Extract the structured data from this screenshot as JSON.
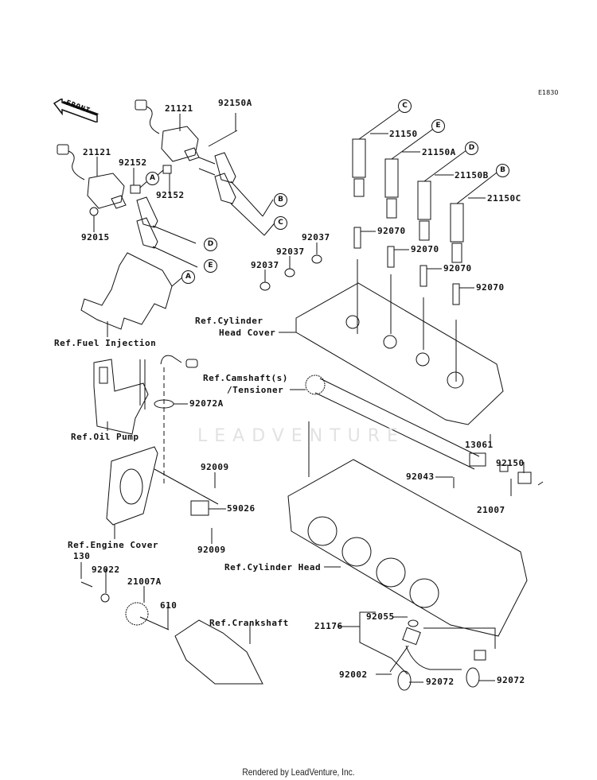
{
  "diagram": {
    "code": "E1830",
    "watermark": "LEADVENTURE",
    "footer": "Rendered by LeadVenture, Inc.",
    "front_indicator": "FRONT",
    "parts": [
      {
        "id": "p-21121-a",
        "label": "21121"
      },
      {
        "id": "p-21121-b",
        "label": "21121"
      },
      {
        "id": "p-92150a",
        "label": "92150A"
      },
      {
        "id": "p-92152-a",
        "label": "92152"
      },
      {
        "id": "p-92152-b",
        "label": "92152"
      },
      {
        "id": "p-92015",
        "label": "92015"
      },
      {
        "id": "p-21150",
        "label": "21150"
      },
      {
        "id": "p-21150a",
        "label": "21150A"
      },
      {
        "id": "p-21150b",
        "label": "21150B"
      },
      {
        "id": "p-21150c",
        "label": "21150C"
      },
      {
        "id": "p-92037-a",
        "label": "92037"
      },
      {
        "id": "p-92037-b",
        "label": "92037"
      },
      {
        "id": "p-92037-c",
        "label": "92037"
      },
      {
        "id": "p-92070-a",
        "label": "92070"
      },
      {
        "id": "p-92070-b",
        "label": "92070"
      },
      {
        "id": "p-92070-c",
        "label": "92070"
      },
      {
        "id": "p-92070-d",
        "label": "92070"
      },
      {
        "id": "p-92072a",
        "label": "92072A"
      },
      {
        "id": "p-92009-a",
        "label": "92009"
      },
      {
        "id": "p-92009-b",
        "label": "92009"
      },
      {
        "id": "p-59026",
        "label": "59026"
      },
      {
        "id": "p-130",
        "label": "130"
      },
      {
        "id": "p-92022",
        "label": "92022"
      },
      {
        "id": "p-21007a",
        "label": "21007A"
      },
      {
        "id": "p-610",
        "label": "610"
      },
      {
        "id": "p-13061",
        "label": "13061"
      },
      {
        "id": "p-92150",
        "label": "92150"
      },
      {
        "id": "p-92043",
        "label": "92043"
      },
      {
        "id": "p-21007",
        "label": "21007"
      },
      {
        "id": "p-21176",
        "label": "21176"
      },
      {
        "id": "p-92055",
        "label": "92055"
      },
      {
        "id": "p-92002",
        "label": "92002"
      },
      {
        "id": "p-92072-a",
        "label": "92072"
      },
      {
        "id": "p-92072-b",
        "label": "92072"
      }
    ],
    "references": [
      {
        "id": "ref-fuel-injection",
        "label": "Ref.Fuel Injection"
      },
      {
        "id": "ref-oil-pump",
        "label": "Ref.Oil Pump"
      },
      {
        "id": "ref-cylinder-head-cover-1",
        "label": "Ref.Cylinder"
      },
      {
        "id": "ref-cylinder-head-cover-2",
        "label": "Head Cover"
      },
      {
        "id": "ref-camshaft-1",
        "label": "Ref.Camshaft(s)"
      },
      {
        "id": "ref-camshaft-2",
        "label": "/Tensioner"
      },
      {
        "id": "ref-engine-cover",
        "label": "Ref.Engine Cover"
      },
      {
        "id": "ref-cylinder-head",
        "label": "Ref.Cylinder Head"
      },
      {
        "id": "ref-crankshaft",
        "label": "Ref.Crankshaft"
      }
    ],
    "callouts": [
      "A",
      "B",
      "C",
      "D",
      "E"
    ]
  }
}
